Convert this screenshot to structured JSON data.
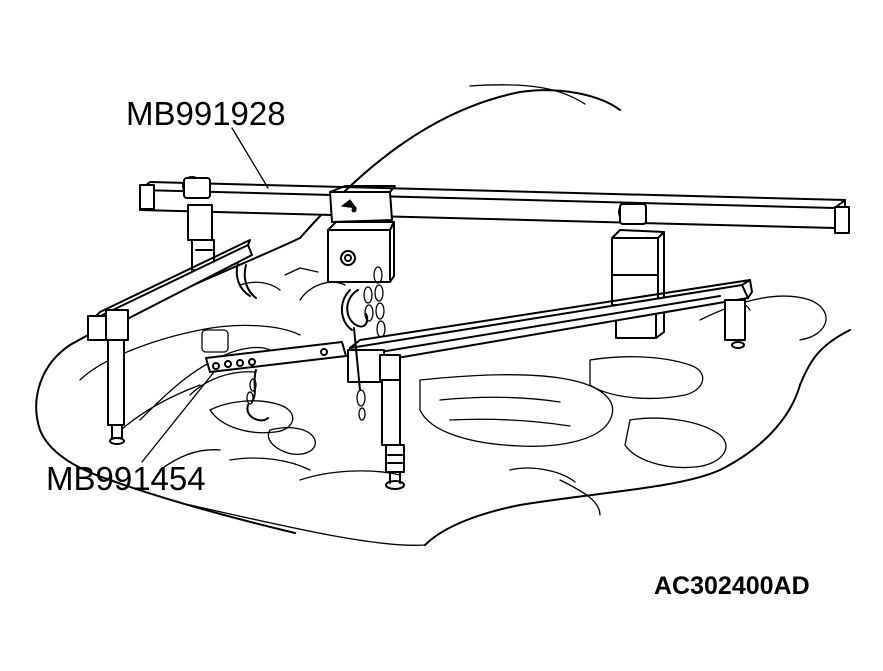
{
  "callouts": {
    "engine_hanger": "MB991928",
    "hanger_adapter": "MB991454"
  },
  "figure_id": "AC302400AD",
  "colors": {
    "ink": "#000000",
    "background": "#ffffff"
  }
}
